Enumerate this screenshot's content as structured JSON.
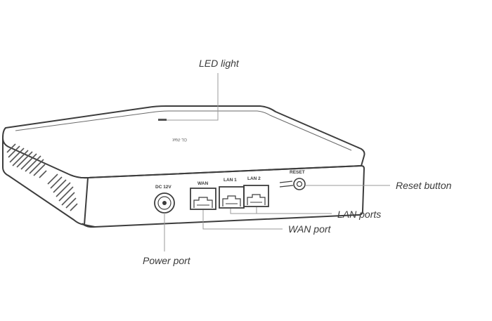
{
  "callouts": {
    "led_light": "LED light",
    "reset_button": "Reset button",
    "lan_ports": "LAN ports",
    "wan_port": "WAN port",
    "power_port": "Power port"
  },
  "device_labels": {
    "dc": "DC 12V",
    "wan": "WAN",
    "lan1": "LAN 1",
    "lan2": "LAN 2",
    "reset": "RESET",
    "logo": "GL·iNet"
  },
  "colors": {
    "outline": "#3d3d3d",
    "leader": "#9a9a9a",
    "text": "#3a3a3a"
  }
}
